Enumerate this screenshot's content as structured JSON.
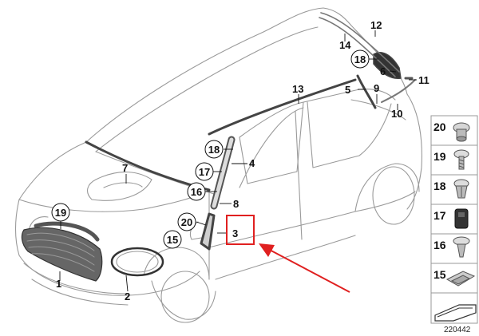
{
  "diagram_id": "220442",
  "callouts": [
    {
      "id": "c1",
      "text": "1"
    },
    {
      "id": "c2",
      "text": "2"
    },
    {
      "id": "c3",
      "text": "3"
    },
    {
      "id": "c4",
      "text": "4"
    },
    {
      "id": "c5",
      "text": "5"
    },
    {
      "id": "c6",
      "text": "6"
    },
    {
      "id": "c7",
      "text": "7"
    },
    {
      "id": "c8",
      "text": "8"
    },
    {
      "id": "c9",
      "text": "9"
    },
    {
      "id": "c10",
      "text": "10"
    },
    {
      "id": "c11",
      "text": "11"
    },
    {
      "id": "c12",
      "text": "12"
    },
    {
      "id": "c13",
      "text": "13"
    },
    {
      "id": "c14",
      "text": "14"
    },
    {
      "id": "c15",
      "text": "15"
    },
    {
      "id": "c16",
      "text": "16"
    },
    {
      "id": "c17",
      "text": "17"
    },
    {
      "id": "c18a",
      "text": "18"
    },
    {
      "id": "c18b",
      "text": "18"
    },
    {
      "id": "c19",
      "text": "19"
    },
    {
      "id": "c20",
      "text": "20"
    }
  ],
  "side_panel": [
    {
      "text": "20",
      "icon": "clip-icon"
    },
    {
      "text": "19",
      "icon": "screw-icon"
    },
    {
      "text": "18",
      "icon": "push-rivet-icon"
    },
    {
      "text": "17",
      "icon": "grommet-icon"
    },
    {
      "text": "16",
      "icon": "push-pin-icon"
    },
    {
      "text": "15",
      "icon": "bracket-clip-icon"
    },
    {
      "text": "",
      "icon": "sealant-strip-icon"
    }
  ],
  "highlight_color": "#e02020"
}
